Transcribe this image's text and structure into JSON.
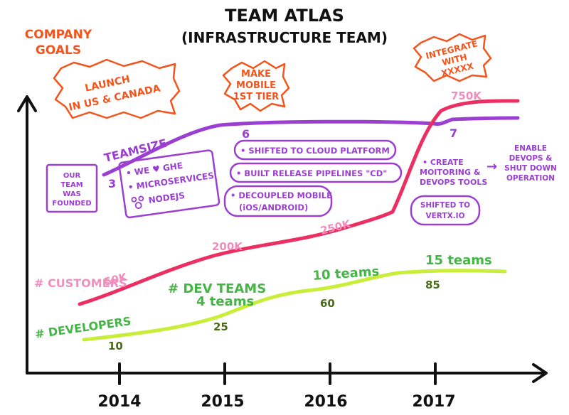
{
  "title": "TEAM ATLAS",
  "subtitle": "(INFRASTRUCTURE TEAM)",
  "company_goals_label": [
    "COMPANY",
    "GOALS"
  ],
  "goals": [
    {
      "lines": [
        "LAUNCH",
        "IN US & CANADA"
      ]
    },
    {
      "lines": [
        "MAKE",
        "MOBILE",
        "1ST TIER"
      ]
    },
    {
      "lines": [
        "INTEGRATE",
        "WITH",
        "XXXXX"
      ]
    }
  ],
  "years": [
    "2014",
    "2015",
    "2016",
    "2017"
  ],
  "teamsize": {
    "label": "TEAMSIZE",
    "values": [
      "3",
      "6",
      "7"
    ]
  },
  "customers": {
    "label": "# CUSTOMERS",
    "values": [
      "50K",
      "200K",
      "250K",
      "750K"
    ]
  },
  "dev_teams": {
    "label": "# DEV TEAMS",
    "values": [
      "4 teams",
      "10 teams",
      "15 teams"
    ]
  },
  "developers": {
    "label": "# DEVELOPERS",
    "values": [
      "10",
      "25",
      "60",
      "85"
    ]
  },
  "notes": {
    "founded": [
      "OUR",
      "TEAM",
      "WAS",
      "FOUNDED"
    ],
    "stack": [
      "• WE ♥ GHE",
      "• MICROSERVICES",
      "NODEJS"
    ],
    "cloud": "• SHIFTED TO CLOUD PLATFORM",
    "pipelines": "• BUILT RELEASE PIPELINES \"CD\"",
    "mobile": [
      "• DECOUPLED MOBILE",
      "(iOS/ANDROID)"
    ],
    "monitoring": [
      "• CREATE",
      "MOITORING &",
      "DEVOPS TOOLS"
    ],
    "vertx": [
      "SHIFTED TO",
      "VERTX.IO"
    ],
    "devops": [
      "ENABLE",
      "DEVOPS &",
      "SHUT DOWN",
      "OPERATION"
    ],
    "arrow": "→"
  },
  "colors": {
    "orange": "#f2541b",
    "purple": "#9a3fd1",
    "pink": "#ec2f62",
    "pink_light": "#f08fbf",
    "lime": "#c8ee3a",
    "green": "#45b545",
    "dark_green": "#4a6b1a",
    "black": "#111111"
  }
}
